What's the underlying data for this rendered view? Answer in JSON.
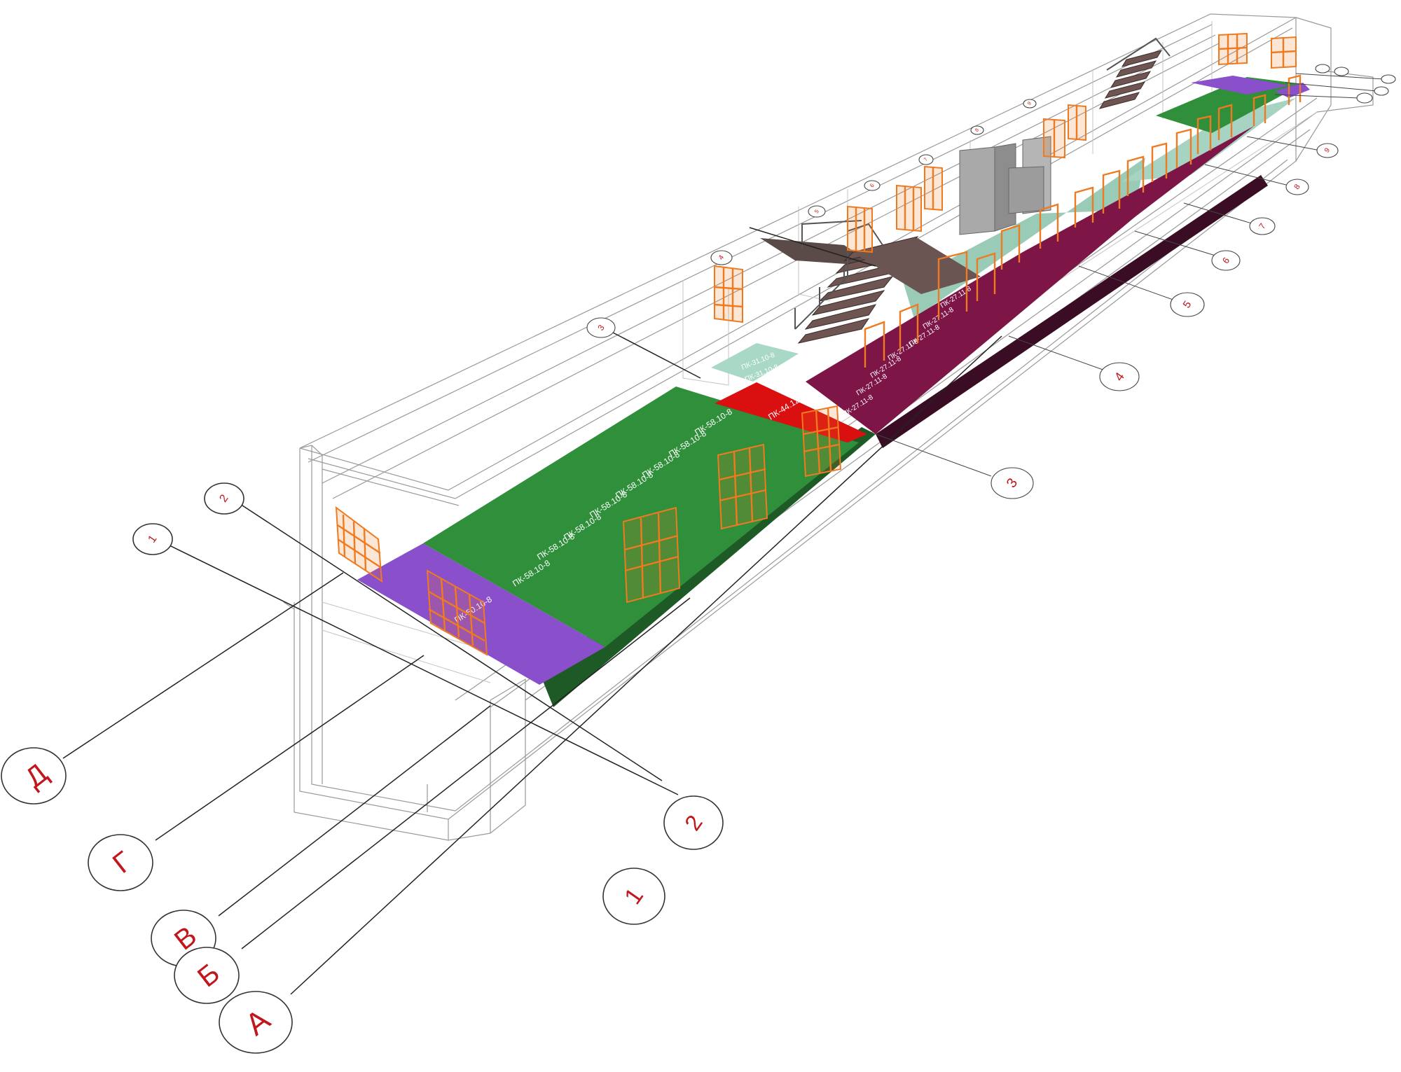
{
  "colors": {
    "slab_green": "#2f8f3a",
    "slab_purple": "#8a4fcb",
    "slab_red": "#d90f10",
    "slab_maroon": "#7d1547",
    "slab_teal": "#a9d8c6",
    "window_orange": "#f07a1f",
    "axis_label_red": "#c0161c"
  },
  "axes_letter": [
    "Д",
    "Г",
    "В",
    "Б",
    "А"
  ],
  "axes_number_front": [
    "1",
    "2"
  ],
  "axes_number_right": [
    "3",
    "4",
    "5",
    "6",
    "7",
    "8",
    "9"
  ],
  "axes_number_back": [
    "1",
    "2",
    "3",
    "4",
    "5",
    "6",
    "7",
    "8",
    "9"
  ],
  "slab_labels": {
    "purple": "ПК-50.10-8",
    "green": [
      "ПК-58.10-8",
      "ПК-58.10-8",
      "ПК-58.10-8",
      "ПК-58.10-8",
      "ПК-58.10-8",
      "ПК-58.10-8",
      "ПК-58.10-8",
      "ПК-58.10-8"
    ],
    "red": "ПК-44.12-8",
    "teal": [
      "ПК-31.10-8",
      "ПК-31.10-8"
    ],
    "maroon": [
      "ПК-27.11-8",
      "ПК-27.11-8",
      "ПК-27.11-8",
      "ПК-27.11-8",
      "ПК-27.11-8",
      "ПК-27.11-8",
      "ПК-27.11-8"
    ]
  }
}
